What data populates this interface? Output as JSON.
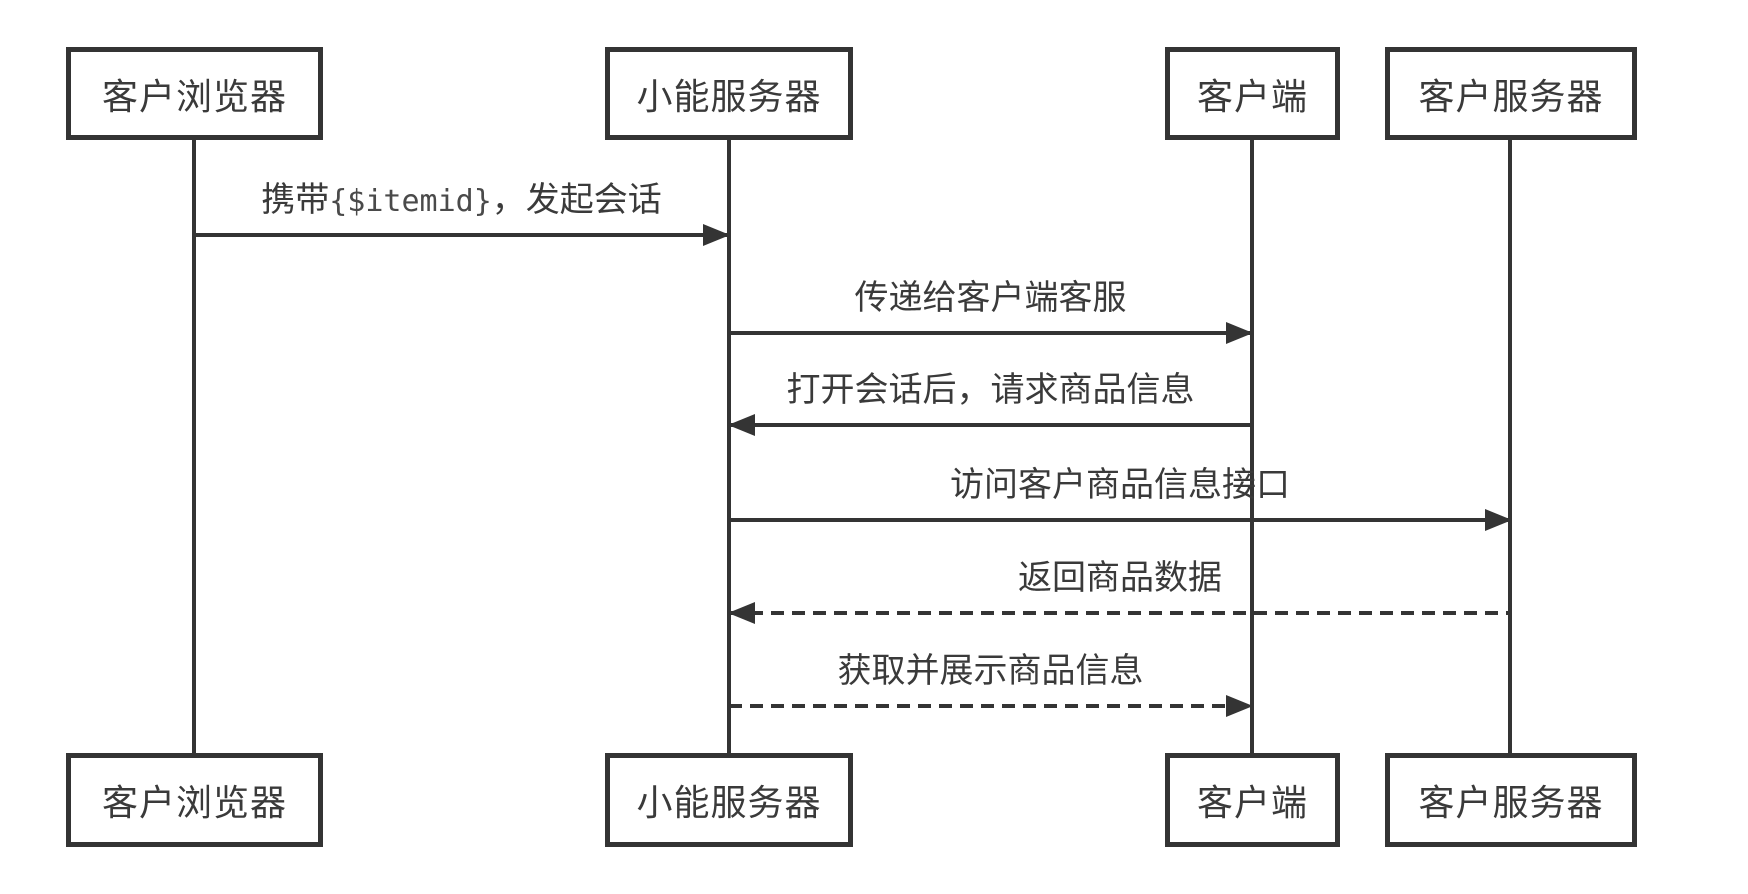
{
  "diagram": {
    "kind": "sequence-diagram",
    "background_color": "#ffffff",
    "line_color": "#343434",
    "text_color": "#3a3a3a"
  },
  "actors": [
    {
      "name": "客户浏览器"
    },
    {
      "name": "小能服务器"
    },
    {
      "name": "客户端"
    },
    {
      "name": "客户服务器"
    }
  ],
  "messages": [
    {
      "from": "客户浏览器",
      "to": "小能服务器",
      "label_prefix": "携带",
      "label_code": "{$itemid}",
      "label_suffix": "，发起会话",
      "line_style": "solid",
      "direction": "right"
    },
    {
      "from": "小能服务器",
      "to": "客户端",
      "label": "传递给客户端客服",
      "line_style": "solid",
      "direction": "right"
    },
    {
      "from": "客户端",
      "to": "小能服务器",
      "label": "打开会话后，请求商品信息",
      "line_style": "solid",
      "direction": "left"
    },
    {
      "from": "小能服务器",
      "to": "客户服务器",
      "label": "访问客户商品信息接口",
      "line_style": "solid",
      "direction": "right"
    },
    {
      "from": "客户服务器",
      "to": "小能服务器",
      "label": "返回商品数据",
      "line_style": "dashed",
      "direction": "left"
    },
    {
      "from": "小能服务器",
      "to": "客户端",
      "label": "获取并展示商品信息",
      "line_style": "dashed",
      "direction": "right"
    }
  ]
}
